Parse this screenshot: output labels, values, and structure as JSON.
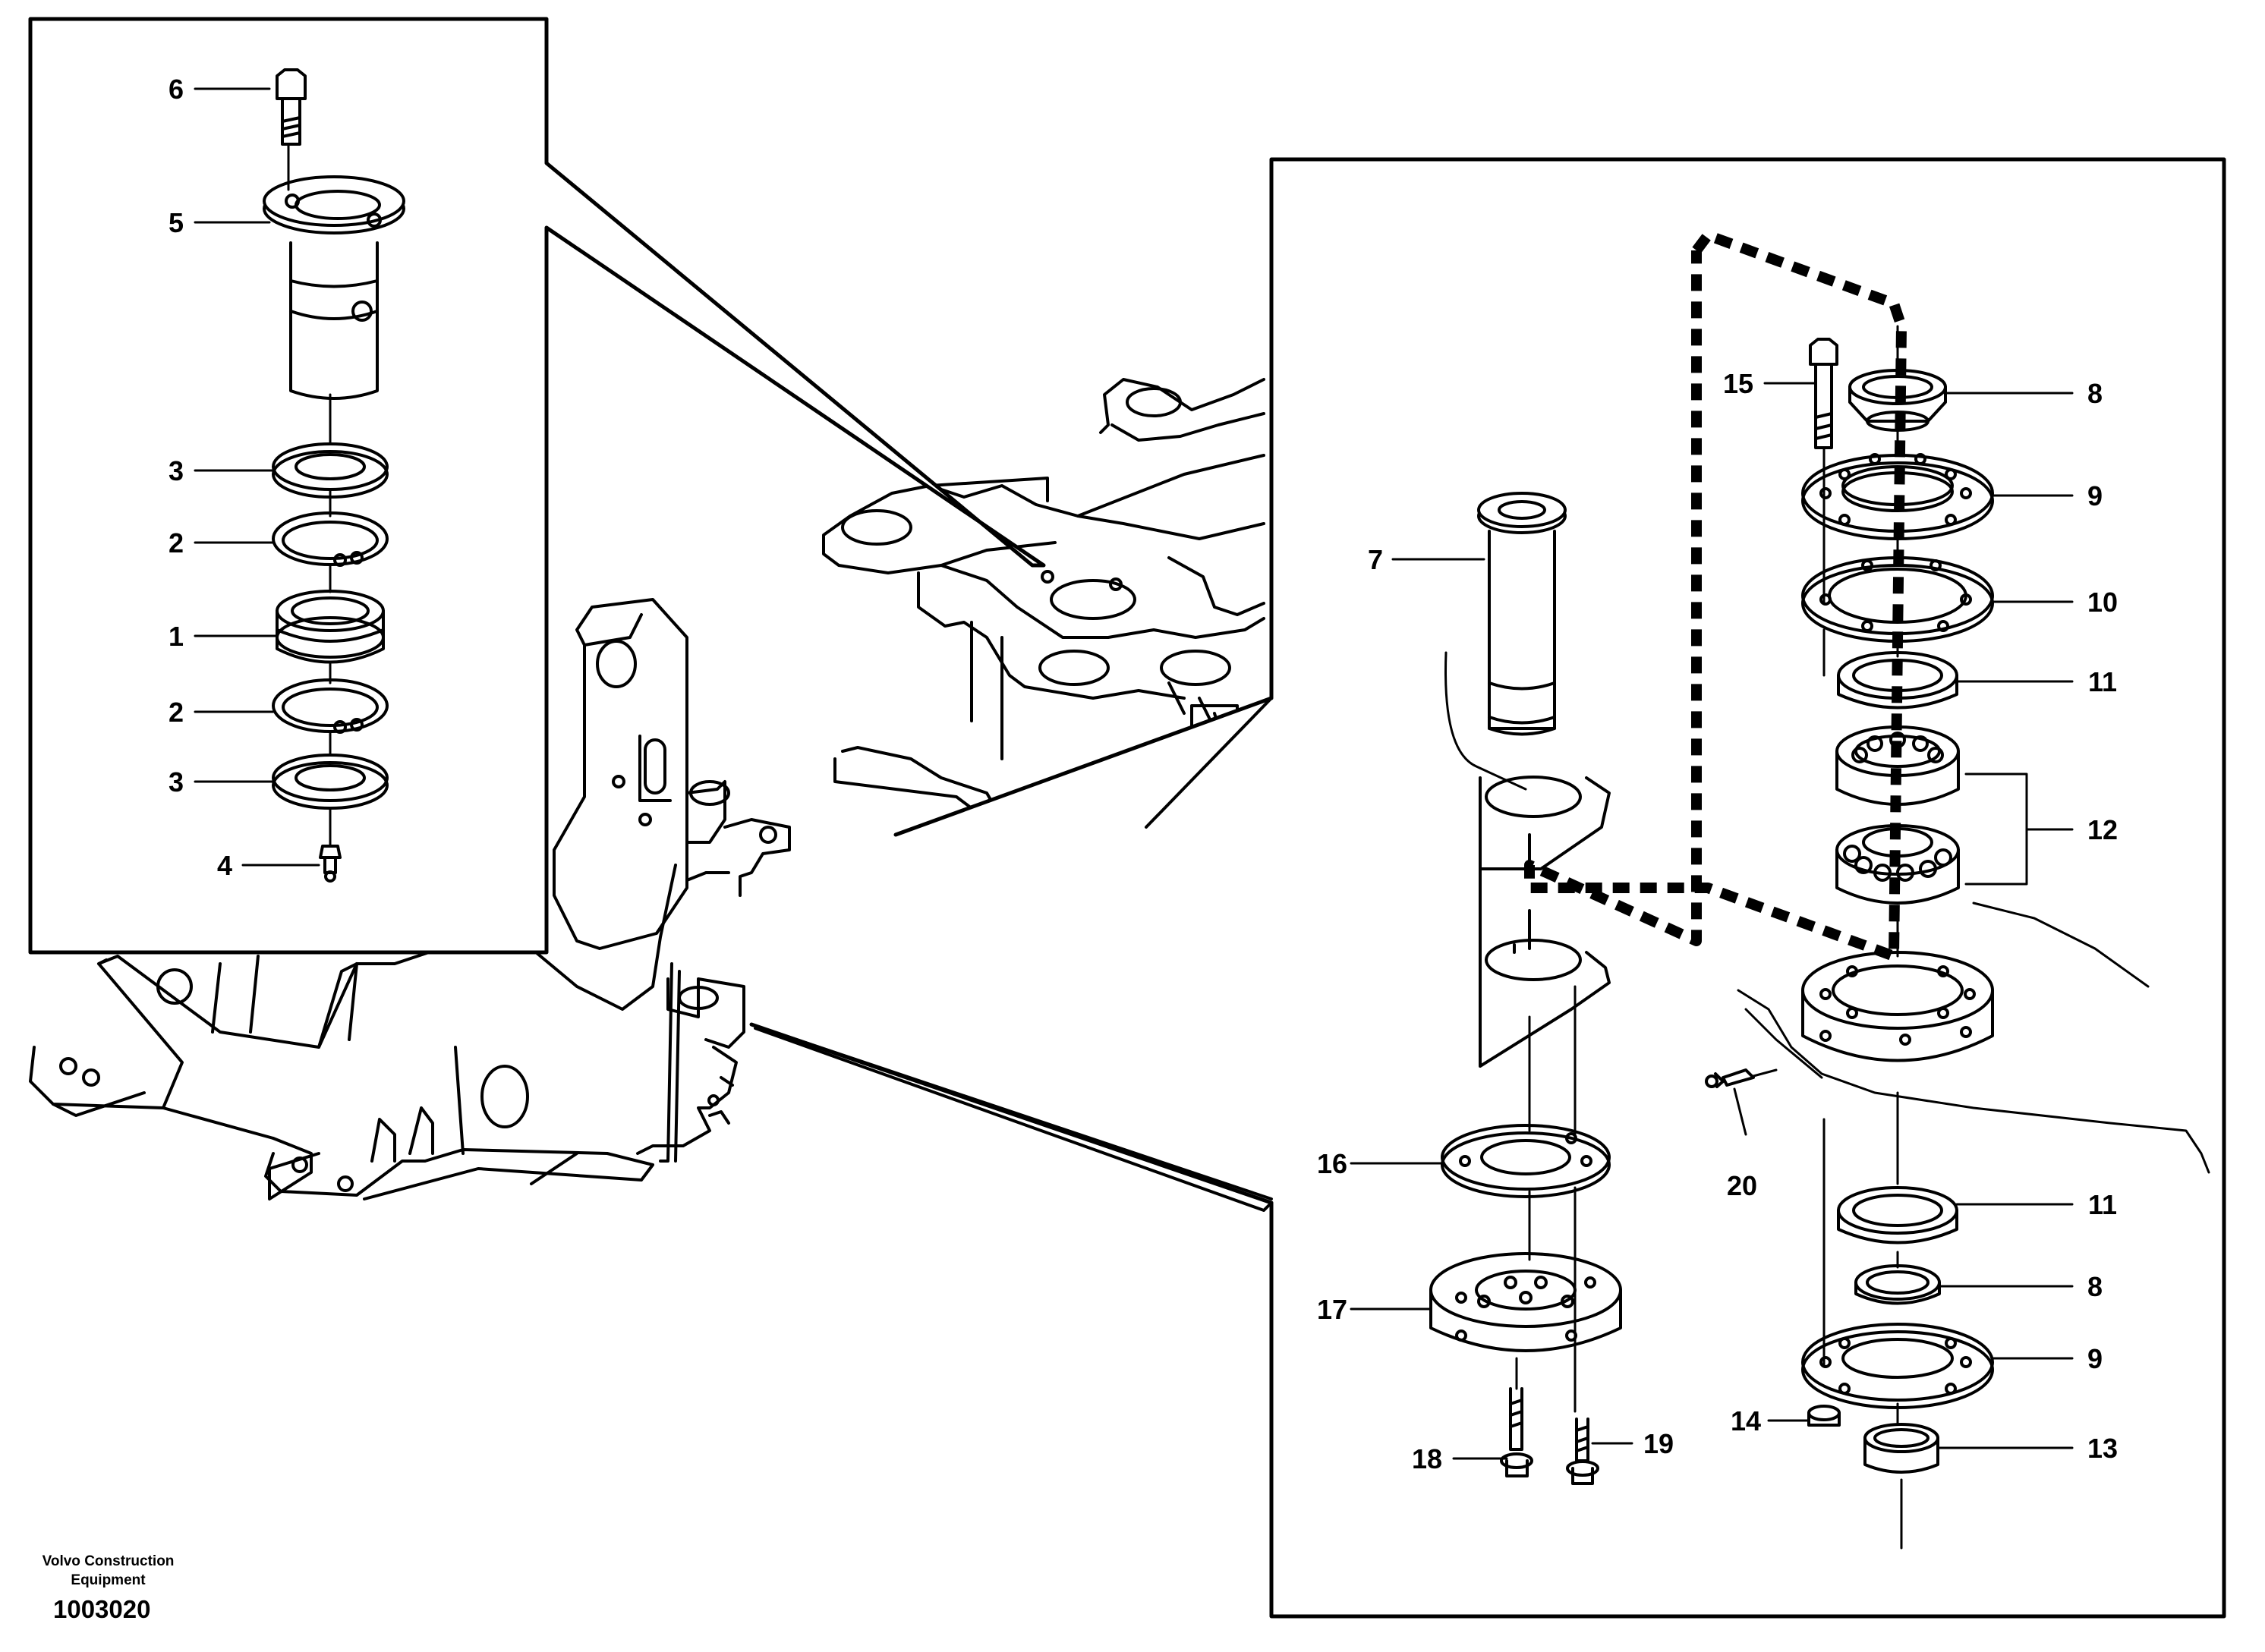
{
  "footer": {
    "company_line1": "Volvo Construction",
    "company_line2": "Equipment",
    "document_number": "1003020"
  },
  "left_inset": {
    "callouts": [
      "6",
      "5",
      "3",
      "2",
      "1",
      "2",
      "3",
      "4"
    ]
  },
  "right_inset": {
    "callouts": [
      "7",
      "16",
      "17",
      "18",
      "19",
      "15",
      "8",
      "9",
      "10",
      "11",
      "12",
      "20",
      "11",
      "8",
      "9",
      "14",
      "13"
    ]
  }
}
